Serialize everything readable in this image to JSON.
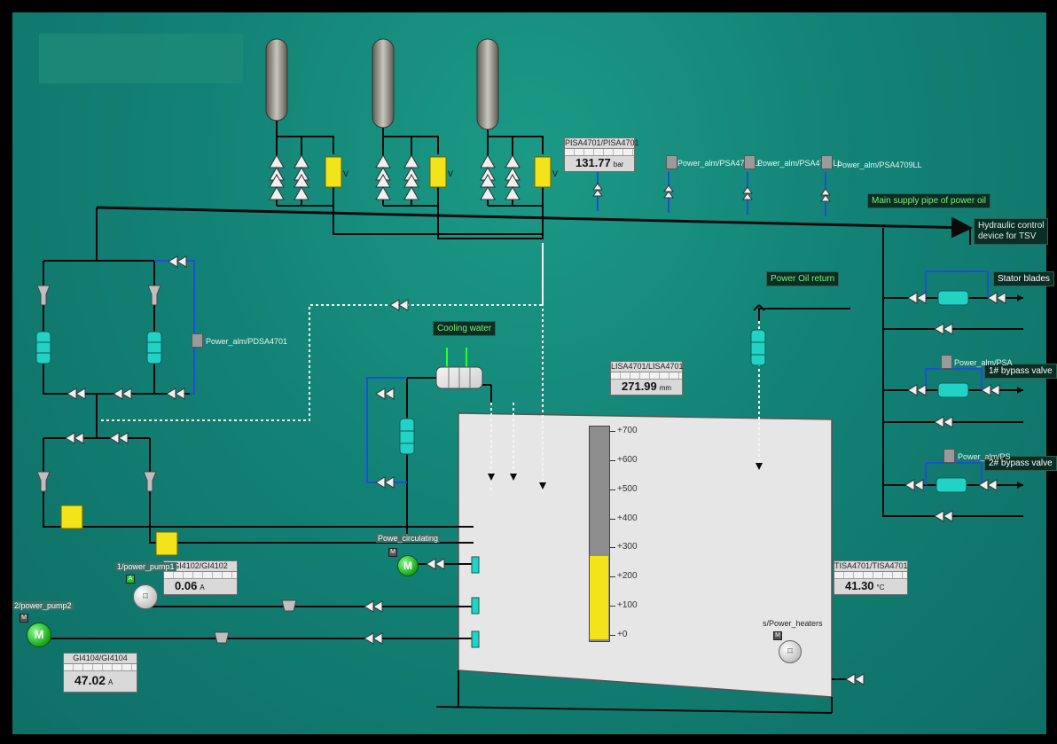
{
  "labels": {
    "main_supply": "Main supply pipe of power oil",
    "hydraulic_l1": "Hydraulic control",
    "hydraulic_l2": "device for TSV",
    "power_oil_return": "Power Oil return",
    "stator_blades": "Stator blades",
    "bypass_1": "1# bypass valve",
    "bypass_2": "2# bypass valve",
    "cooling_water": "Cooling water",
    "power_alm_pdsa": "Power_alm/PDSA4701",
    "power_alm_1": "Power_alm/PSA4707LL",
    "power_alm_2": "Power_alm/PSA4708LL",
    "power_alm_3": "Power_alm/PSA4709LL",
    "power_alm_r1": "Power_alm/PSA",
    "power_alm_r2": "Power_alm/PS",
    "powe_circulating": "Powe_circulating",
    "pump1": "1/power_pump1",
    "pump2": "2/power_pump2",
    "heaters": "s/Power_heaters"
  },
  "panels": {
    "pisa": {
      "title": "PISA4701/PISA4701",
      "value": "131.77",
      "unit": "bar"
    },
    "lisa": {
      "title": "LISA4701/LISA4701",
      "value": "271.99",
      "unit": "mm"
    },
    "tisa": {
      "title": "TISA4701/TISA4701",
      "value": "41.30",
      "unit": "°C"
    },
    "gi4102": {
      "title": "GI4102/GI4102",
      "value": "0.06",
      "unit": "A"
    },
    "gi4104": {
      "title": "GI4104/GI4104",
      "value": "47.02",
      "unit": "A"
    }
  },
  "level_gauge": {
    "ticks": [
      "+700",
      "+600",
      "+500",
      "+400",
      "+300",
      "+200",
      "+100",
      "+0"
    ],
    "min": 0,
    "max": 700,
    "level": 271.99,
    "fill_color": "#f2e31b"
  },
  "motor_symbol": "M",
  "motor_chip": "M",
  "pump_chip": "A",
  "icons": [
    "accumulator-tank",
    "valve",
    "solenoid-valve",
    "filter",
    "strainer",
    "check-valve",
    "motor",
    "pump",
    "heater",
    "cooler"
  ],
  "colors": {
    "background": "#138276",
    "pipe": "#0a0a0a",
    "blue_pipe": "#1f4fd1",
    "solenoid": "#f2e31b",
    "filter": "#22d3c5",
    "motor": "#22c326",
    "tank": "#e6e6e6"
  }
}
